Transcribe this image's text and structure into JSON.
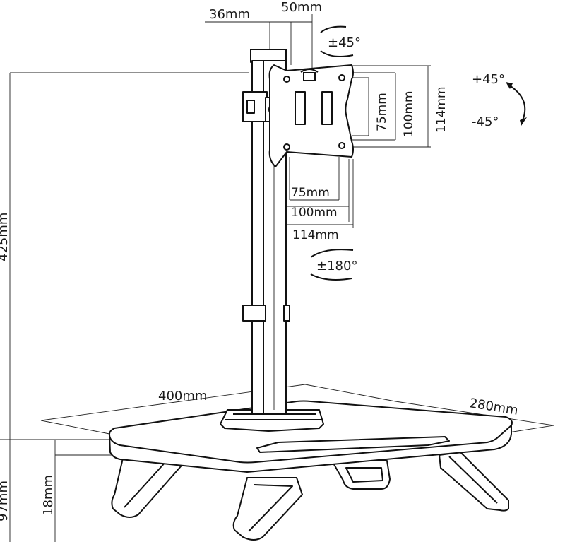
{
  "dimensions": {
    "arm_offset": "36mm",
    "head_offset": "50mm",
    "total_height": "425mm",
    "base_width": "400mm",
    "base_depth": "280mm",
    "riser_height": "97mm",
    "platform_thickness": "18mm",
    "vesa_h_75": "75mm",
    "vesa_h_100": "100mm",
    "vesa_h_114": "114mm",
    "vesa_v_75": "75mm",
    "vesa_v_100": "100mm",
    "vesa_v_114": "114mm"
  },
  "rotations": {
    "swivel": "±45°",
    "rotate": "±180°",
    "tilt_up": "+45°",
    "tilt_down": "-45°"
  }
}
